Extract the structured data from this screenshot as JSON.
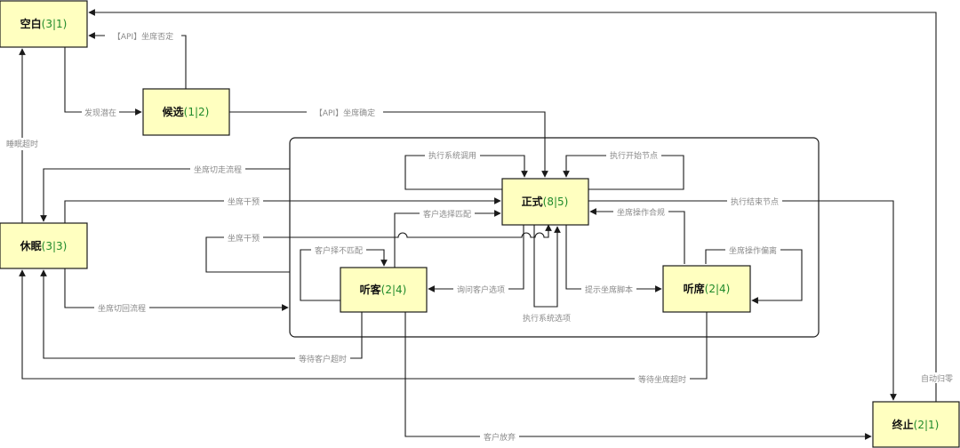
{
  "states": {
    "kongbai": {
      "name": "空白",
      "open": "(",
      "a": "3",
      "sep": "|",
      "b": "1",
      "close": ")"
    },
    "houxuan": {
      "name": "候选",
      "open": "(",
      "a": "1",
      "sep": "|",
      "b": "2",
      "close": ")"
    },
    "xiumian": {
      "name": "休眠",
      "open": "(",
      "a": "3",
      "sep": "|",
      "b": "3",
      "close": ")"
    },
    "zhengshi": {
      "name": "正式",
      "open": "(",
      "a": "8",
      "sep": "|",
      "b": "5",
      "close": ")"
    },
    "tingke": {
      "name": "听客",
      "open": "(",
      "a": "2",
      "sep": "|",
      "b": "4",
      "close": ")"
    },
    "tingxi": {
      "name": "听席",
      "open": "(",
      "a": "2",
      "sep": "|",
      "b": "4",
      "close": ")"
    },
    "zhongzhi": {
      "name": "终止",
      "open": "(",
      "a": "2",
      "sep": "|",
      "b": "1",
      "close": ")"
    }
  },
  "edges": {
    "api_reject": "【API】坐席否定",
    "found_potential": "发现潜在",
    "api_confirm": "【API】坐席确定",
    "sleep_timeout": "睡眠超时",
    "agent_leave_flow": "坐席切走流程",
    "agent_intervene_1": "坐席干预",
    "agent_intervene_2": "坐席干预",
    "agent_back_flow": "坐席切回流程",
    "exec_sys_call": "执行系统调用",
    "exec_start_node": "执行开始节点",
    "exec_end_node": "执行结束节点",
    "customer_choose_match": "客户选择匹配",
    "agent_op_compliant": "坐席操作合规",
    "customer_mismatch": "客户择不匹配",
    "agent_op_deviate": "坐席操作偏离",
    "ask_customer_option": "询问客户选项",
    "prompt_agent_script": "提示坐席脚本",
    "exec_sys_option": "执行系统选项",
    "wait_customer_timeout": "等待客户超时",
    "wait_agent_timeout": "等待坐席超时",
    "auto_reset": "自动归零",
    "customer_give_up": "客户放弃"
  }
}
